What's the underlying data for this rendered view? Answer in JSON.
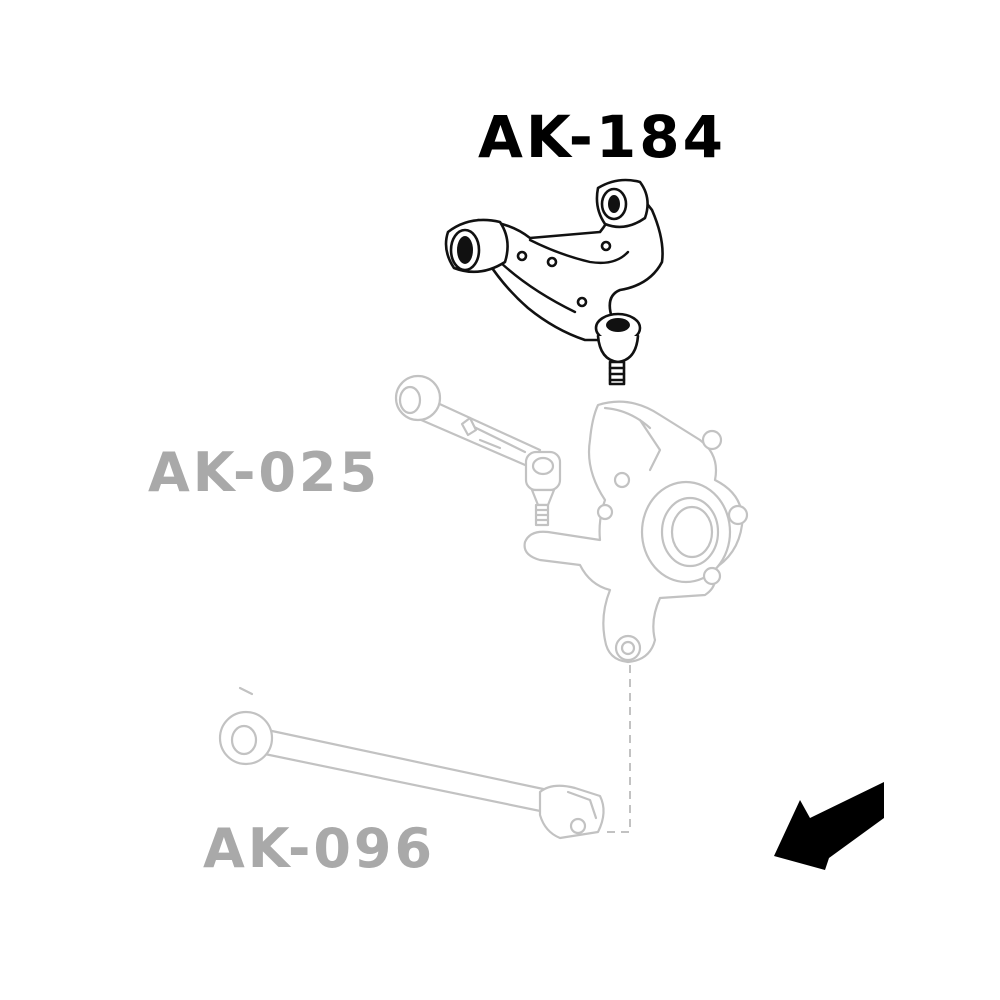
{
  "labels": {
    "upper_arm": "AK-184",
    "toe_arm": "AK-025",
    "lower_link": "AK-096"
  },
  "colors": {
    "highlighted_part": "#111111",
    "faded_part": "#c2c2c2",
    "highlighted_label": "#000000",
    "faded_label": "#a9a9a9",
    "arrow": "#000000"
  },
  "icons": {
    "direction_arrow": "arrow-down-left-icon"
  }
}
